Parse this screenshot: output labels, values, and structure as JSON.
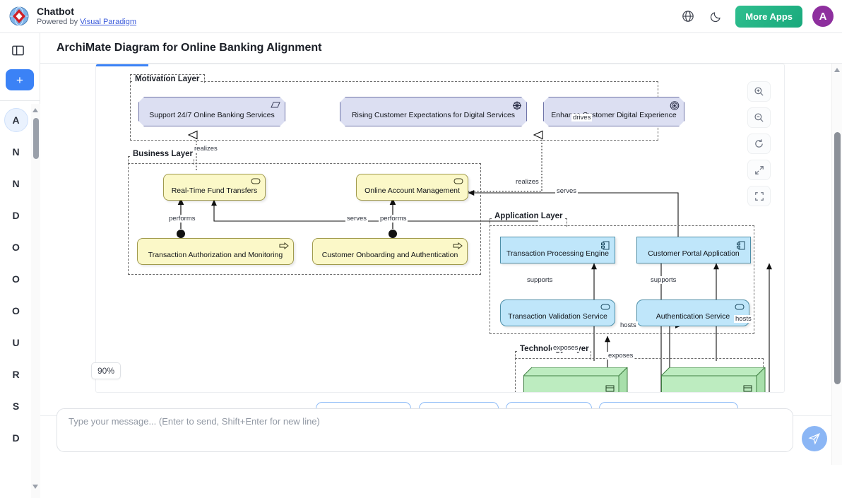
{
  "header": {
    "brand_title": "Chatbot",
    "powered_prefix": "Powered by ",
    "powered_link": "Visual Paradigm",
    "globe_icon": "globe-icon",
    "theme_icon": "moon-icon",
    "more_apps_label": "More Apps",
    "avatar_initial": "A"
  },
  "left_rail": {
    "panel_toggle_icon": "panel-toggle-icon",
    "new_chat_label": "+",
    "items": [
      {
        "label": "A",
        "active": true
      },
      {
        "label": "N",
        "active": false
      },
      {
        "label": "N",
        "active": false
      },
      {
        "label": "D",
        "active": false
      },
      {
        "label": "O",
        "active": false
      },
      {
        "label": "O",
        "active": false
      },
      {
        "label": "O",
        "active": false
      },
      {
        "label": "U",
        "active": false
      },
      {
        "label": "R",
        "active": false
      },
      {
        "label": "S",
        "active": false
      },
      {
        "label": "D",
        "active": false
      }
    ]
  },
  "document": {
    "title": "ArchiMate Diagram for Online Banking Alignment"
  },
  "canvas": {
    "zoom_level": "90%",
    "toolbar": [
      {
        "name": "zoom-in-icon",
        "title": "Zoom In"
      },
      {
        "name": "zoom-out-icon",
        "title": "Zoom Out"
      },
      {
        "name": "reset-zoom-icon",
        "title": "Reset"
      },
      {
        "name": "expand-icon",
        "title": "Expand"
      },
      {
        "name": "fit-screen-icon",
        "title": "Fit to Screen"
      }
    ]
  },
  "diagram": {
    "title": "ArchiMate Diagram for Online Banking Alignment",
    "layers": [
      {
        "id": "motivation",
        "label": "Motivation Layer"
      },
      {
        "id": "business",
        "label": "Business Layer"
      },
      {
        "id": "application",
        "label": "Application Layer"
      },
      {
        "id": "technology",
        "label": "Technology Layer"
      }
    ],
    "nodes": [
      {
        "id": "n1",
        "label": "Support 24/7 Online Banking Services",
        "layer": "motivation",
        "shape": "octagon",
        "glyph": "requirement-icon"
      },
      {
        "id": "n2",
        "label": "Rising Customer Expectations for Digital Services",
        "layer": "motivation",
        "shape": "octagon",
        "glyph": "driver-icon"
      },
      {
        "id": "n3",
        "label": "Enhance Customer Digital Experience",
        "layer": "motivation",
        "shape": "octagon",
        "glyph": "goal-icon"
      },
      {
        "id": "n4",
        "label": "Real-Time Fund Transfers",
        "layer": "business",
        "shape": "rounded",
        "glyph": "business-service-icon"
      },
      {
        "id": "n5",
        "label": "Online Account Management",
        "layer": "business",
        "shape": "rounded",
        "glyph": "business-service-icon"
      },
      {
        "id": "n6",
        "label": "Transaction Authorization and Monitoring",
        "layer": "business",
        "shape": "rounded",
        "glyph": "business-process-icon"
      },
      {
        "id": "n7",
        "label": "Customer Onboarding and Authentication",
        "layer": "business",
        "shape": "rounded",
        "glyph": "business-process-icon"
      },
      {
        "id": "n8",
        "label": "Transaction Processing Engine",
        "layer": "application",
        "shape": "rect",
        "glyph": "application-component-icon"
      },
      {
        "id": "n9",
        "label": "Customer Portal Application",
        "layer": "application",
        "shape": "rect",
        "glyph": "application-component-icon"
      },
      {
        "id": "n10",
        "label": "Transaction Validation Service",
        "layer": "application",
        "shape": "rounded",
        "glyph": "application-service-icon"
      },
      {
        "id": "n11",
        "label": "Authentication Service",
        "layer": "application",
        "shape": "rounded",
        "glyph": "application-service-icon"
      },
      {
        "id": "n12",
        "label": "",
        "layer": "technology",
        "shape": "node3d",
        "glyph": "node-icon"
      },
      {
        "id": "n13",
        "label": "",
        "layer": "technology",
        "shape": "node3d",
        "glyph": "node-icon"
      }
    ],
    "edge_labels": [
      {
        "id": "e1",
        "label": "drives"
      },
      {
        "id": "e2",
        "label": "realizes"
      },
      {
        "id": "e3",
        "label": "realizes"
      },
      {
        "id": "e4",
        "label": "serves"
      },
      {
        "id": "e5",
        "label": "performs"
      },
      {
        "id": "e6",
        "label": "serves"
      },
      {
        "id": "e7",
        "label": "performs"
      },
      {
        "id": "e8",
        "label": "supports"
      },
      {
        "id": "e9",
        "label": "supports"
      },
      {
        "id": "e10",
        "label": "hosts"
      },
      {
        "id": "e11",
        "label": "hosts"
      },
      {
        "id": "e12",
        "label": "exposes"
      },
      {
        "id": "e13",
        "label": "exposes"
      }
    ]
  },
  "composer": {
    "placeholder": "Type your message... (Enter to send, Shift+Enter for new line)",
    "value": "",
    "send_icon": "send-icon"
  }
}
